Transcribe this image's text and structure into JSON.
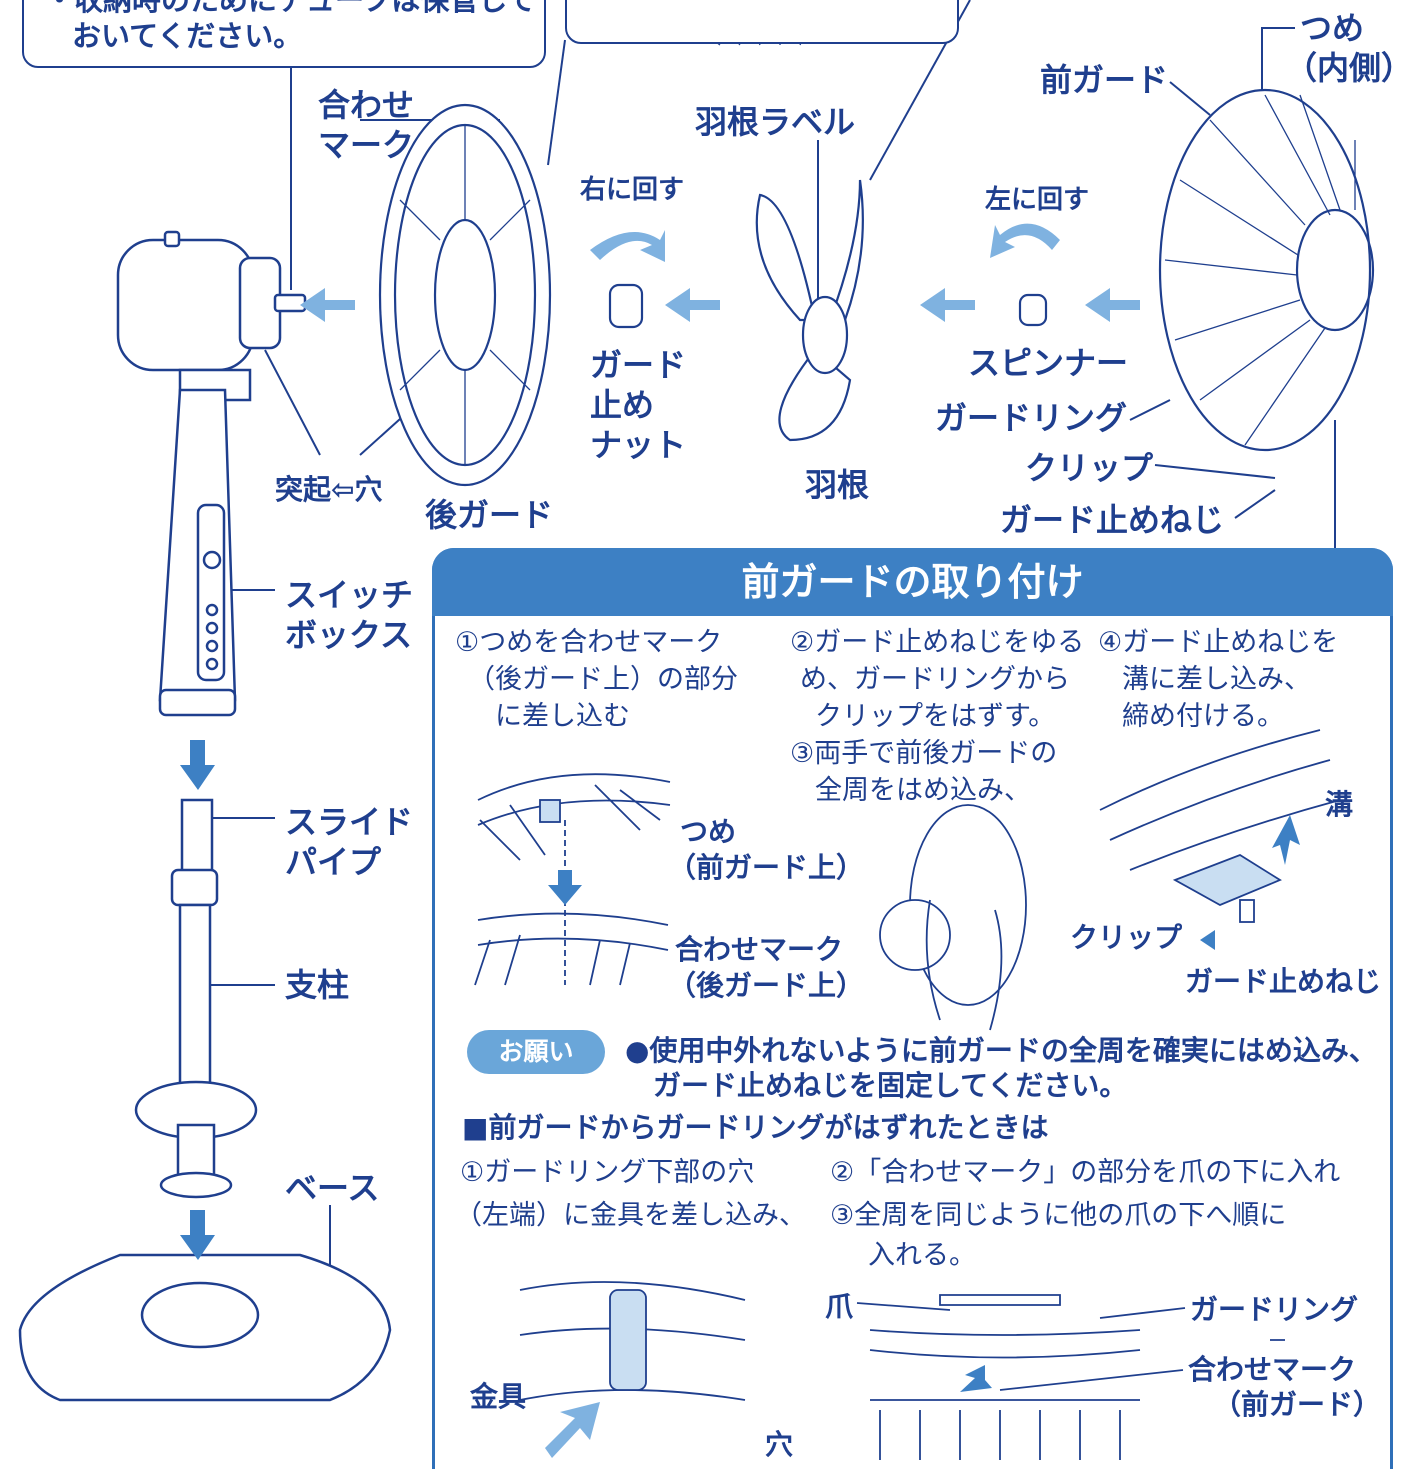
{
  "top_left_note": {
    "line1": "・収納時のためにチューブは保管して",
    "line2": "おいてください。"
  },
  "labels": {
    "awase_mark": [
      "合わせ",
      "マーク"
    ],
    "mae_guard": "前ガード",
    "tsume_inner": [
      "つめ",
      "（内側）"
    ],
    "hane_label": "羽根ラベル",
    "migi_ni_mawasu": "右に回す",
    "hidari_ni_mawasu": "左に回す",
    "guard_nut": [
      "ガード",
      "止め",
      "ナット"
    ],
    "spinner": "スピンナー",
    "guard_ring": "ガードリング",
    "clip": "クリップ",
    "guard_screw": "ガード止めねじ",
    "tokki_ana": "突起⇦穴",
    "ushiro_guard": "後ガード",
    "hane": "羽根",
    "switch_box": [
      "スイッチ",
      "ボックス"
    ],
    "slide_pipe": [
      "スライド",
      "パイプ"
    ],
    "shichu": "支柱",
    "base": "ベース"
  },
  "panel": {
    "title": "前ガードの取り付け",
    "step1": [
      "①つめを合わせマーク",
      "（後ガード上）の部分",
      "に差し込む"
    ],
    "step2": [
      "②ガード止めねじをゆる",
      "め、ガードリングから",
      "クリップをはずす。"
    ],
    "step3": [
      "③両手で前後ガードの",
      "全周をはめ込み、"
    ],
    "step4": [
      "④ガード止めねじを",
      "溝に差し込み、",
      "締め付ける。"
    ],
    "fig_tsume": [
      "つめ",
      "（前ガード上）"
    ],
    "fig_awase": [
      "合わせマーク",
      "（後ガード上）"
    ],
    "fig_mizo": "溝",
    "fig_clip": "クリップ",
    "fig_screw": "ガード止めねじ",
    "onegai_badge": "お願い",
    "onegai_text": [
      "●使用中外れないように前ガードの全周を確実にはめ込み、",
      "ガード止めねじを固定してください。"
    ],
    "section_heading": "■前ガードからガードリングがはずれたときは",
    "sub1": [
      "①ガードリング下部の穴",
      "（左端）に金具を差し込み、"
    ],
    "sub2": "②「合わせマーク」の部分を爪の下に入れ",
    "sub3": [
      "③全周を同じように他の爪の下へ順に",
      "入れる。"
    ],
    "fig_kanagu": "金具",
    "fig_ana": "穴",
    "fig_tsume2": "爪",
    "fig_guard_ring": "ガードリング",
    "fig_awase_front": [
      "合わせマーク",
      "（前ガード）"
    ]
  },
  "colors": {
    "ink": "#1f3f8e",
    "accent": "#3d80c4",
    "arrow": "#7fb2e0",
    "pill": "#6aa6d9"
  }
}
